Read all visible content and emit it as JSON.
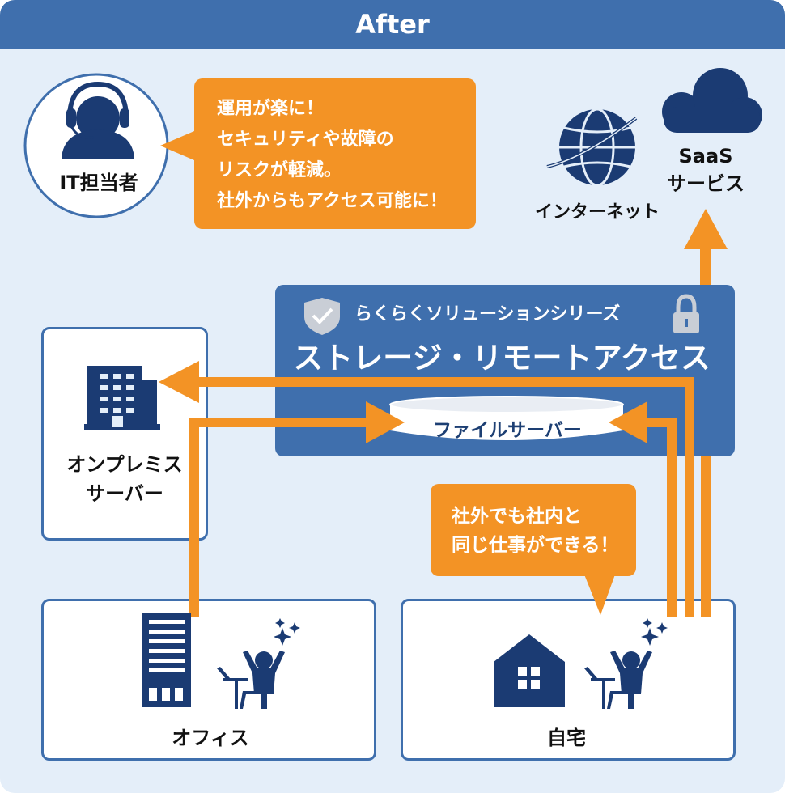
{
  "header": {
    "title": "After"
  },
  "it_staff": {
    "label": "IT担当者"
  },
  "staff_bubble": {
    "lines": [
      "運用が楽に！",
      "セキュリティや故障の",
      "リスクが軽減。",
      "社外からもアクセス可能に！"
    ]
  },
  "internet": {
    "label": "インターネット"
  },
  "saas": {
    "line1": "SaaS",
    "line2": "サービス"
  },
  "product": {
    "series": "らくらくソリューションシリーズ",
    "name": "ストレージ・リモートアクセス",
    "file_server": "ファイルサーバー"
  },
  "onprem": {
    "line1": "オンプレミス",
    "line2": "サーバー"
  },
  "work_bubble": {
    "lines": [
      "社外でも社内と",
      "同じ仕事ができる！"
    ]
  },
  "office": {
    "label": "オフィス"
  },
  "home": {
    "label": "自宅"
  },
  "colors": {
    "accent_orange": "#f39325",
    "brand_blue": "#3f6fad",
    "icon_navy": "#1b3b73",
    "background": "#e4eef9"
  }
}
